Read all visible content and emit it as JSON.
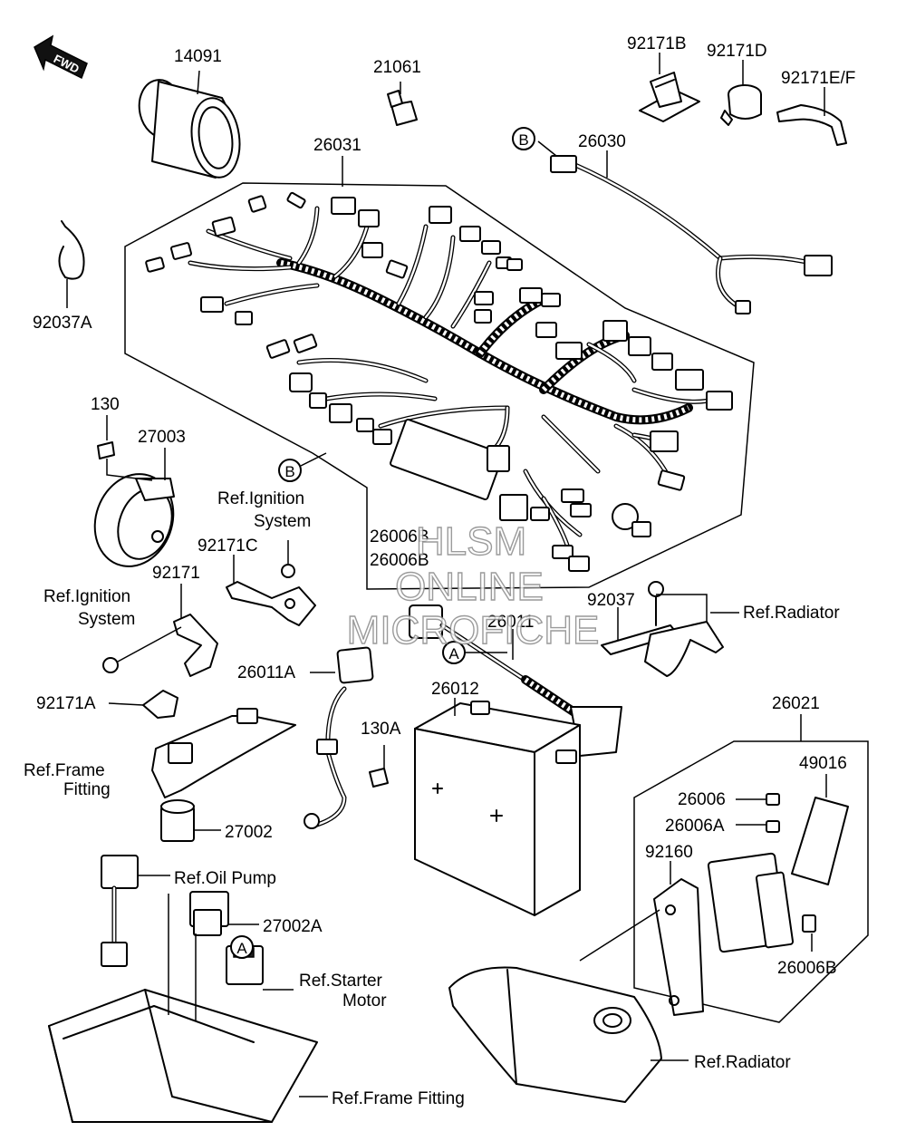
{
  "fwd_badge": "FWD",
  "parts": {
    "p14091": "14091",
    "p21061": "21061",
    "p92171B": "92171B",
    "p92171D": "92171D",
    "p92171EF": "92171E/F",
    "p26031": "26031",
    "p26030": "26030",
    "p92037A": "92037A",
    "p130": "130",
    "p27003": "27003",
    "p92171C": "92171C",
    "p92171": "92171",
    "p92171A": "92171A",
    "p26006B_1": "26006B",
    "p26006B_2": "26006B",
    "p26011": "26011",
    "p26011A": "26011A",
    "p92037": "92037",
    "p26012": "26012",
    "p130A": "130A",
    "p27002": "27002",
    "p27002A": "27002A",
    "p26021": "26021",
    "p49016": "49016",
    "p26006": "26006",
    "p26006A": "26006A",
    "p92160": "92160",
    "p26006B_3": "26006B"
  },
  "refs": {
    "ignition_1_l1": "Ref.Ignition",
    "ignition_1_l2": "System",
    "ignition_2_l1": "Ref.Ignition",
    "ignition_2_l2": "System",
    "radiator_1": "Ref.Radiator",
    "radiator_2": "Ref.Radiator",
    "frame_1_l1": "Ref.Frame",
    "frame_1_l2": "Fitting",
    "oil_pump": "Ref.Oil Pump",
    "starter_l1": "Ref.Starter",
    "starter_l2": "Motor",
    "frame_2": "Ref.Frame Fitting"
  },
  "callouts": {
    "B_top": "B",
    "B_mid": "B",
    "A_mid": "A",
    "A_low": "A"
  },
  "watermark": {
    "line1": "HLSM",
    "line2": "ONLINE",
    "line3": "MICROFICHE"
  }
}
